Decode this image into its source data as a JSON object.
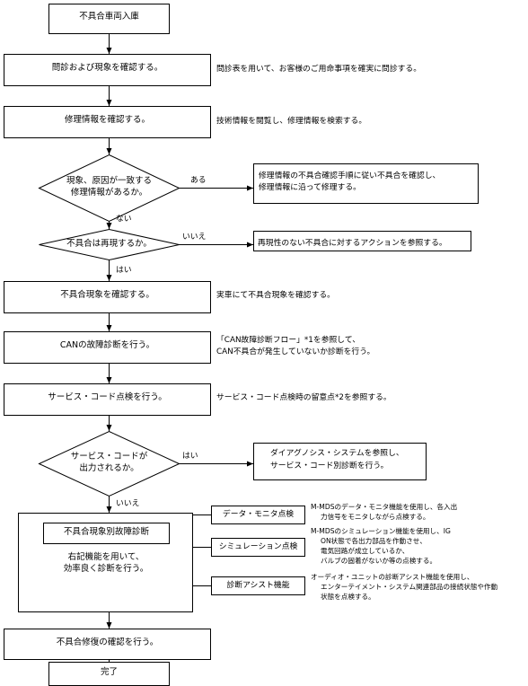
{
  "flow": {
    "start": "不具合車両入庫",
    "step1": "問診および現象を確認する。",
    "step1_note": "問診表を用いて、お客様のご用命事項を確実に問診する。",
    "step2": "修理情報を確認する。",
    "step2_note": "技術情報を閲覧し、修理情報を検索する。",
    "decision1": [
      "現象、原因が一致する",
      "修理情報があるか。"
    ],
    "decision1_yes": "ある",
    "decision1_no": "ない",
    "decision1_yes_action": [
      "修理情報の不具合確認手順に従い不具合を確認し、",
      "修理情報に沿って修理する。"
    ],
    "decision2": "不具合は再現するか。",
    "decision2_no": "いいえ",
    "decision2_no_action": "再現性のない不具合に対するアクションを参照する。",
    "decision2_yes": "はい",
    "step3": "不具合現象を確認する。",
    "step3_note": "実車にて不具合現象を確認する。",
    "step4": "CANの故障診断を行う。",
    "step4_note": [
      "「CAN故障診断フロー」*1を参照して、",
      "CAN不具合が発生していないか診断を行う。"
    ],
    "step5": "サービス・コード点検を行う。",
    "step5_note": "サービス・コード点検時の留意点*2を参照する。",
    "decision3": [
      "サービス・コードが",
      "出力されるか。"
    ],
    "decision3_yes": "はい",
    "decision3_yes_action": [
      "ダイアグノシス・システムを参照し、",
      "サービス・コード別診断を行う。"
    ],
    "decision3_no": "いいえ",
    "diag_title": "不具合現象別故障診断",
    "diag_text": [
      "右記機能を用いて、",
      "効率良く診断を行う。"
    ],
    "tools": [
      {
        "label": "データ・モニタ点検",
        "note": [
          "M-MDSのデータ・モニタ機能を使用し、各入出",
          "力信号をモニタしながら点検する。"
        ]
      },
      {
        "label": "シミュレーション点検",
        "note": [
          "M-MDSのシミュレーション機能を使用し、IG",
          "ON状態で各出力部品を作動させ、",
          "電気回路が成立しているか、",
          "バルブの固着がないか等の点検する。"
        ]
      },
      {
        "label": "診断アシスト機能",
        "note": [
          "オーディオ・ユニットの診断アシスト機能を使用し、",
          "エンターテイメント・システム関連部品の接続状態や作動",
          "状態を点検する。"
        ]
      }
    ],
    "step6": "不具合修復の確認を行う。",
    "end": "完了"
  }
}
